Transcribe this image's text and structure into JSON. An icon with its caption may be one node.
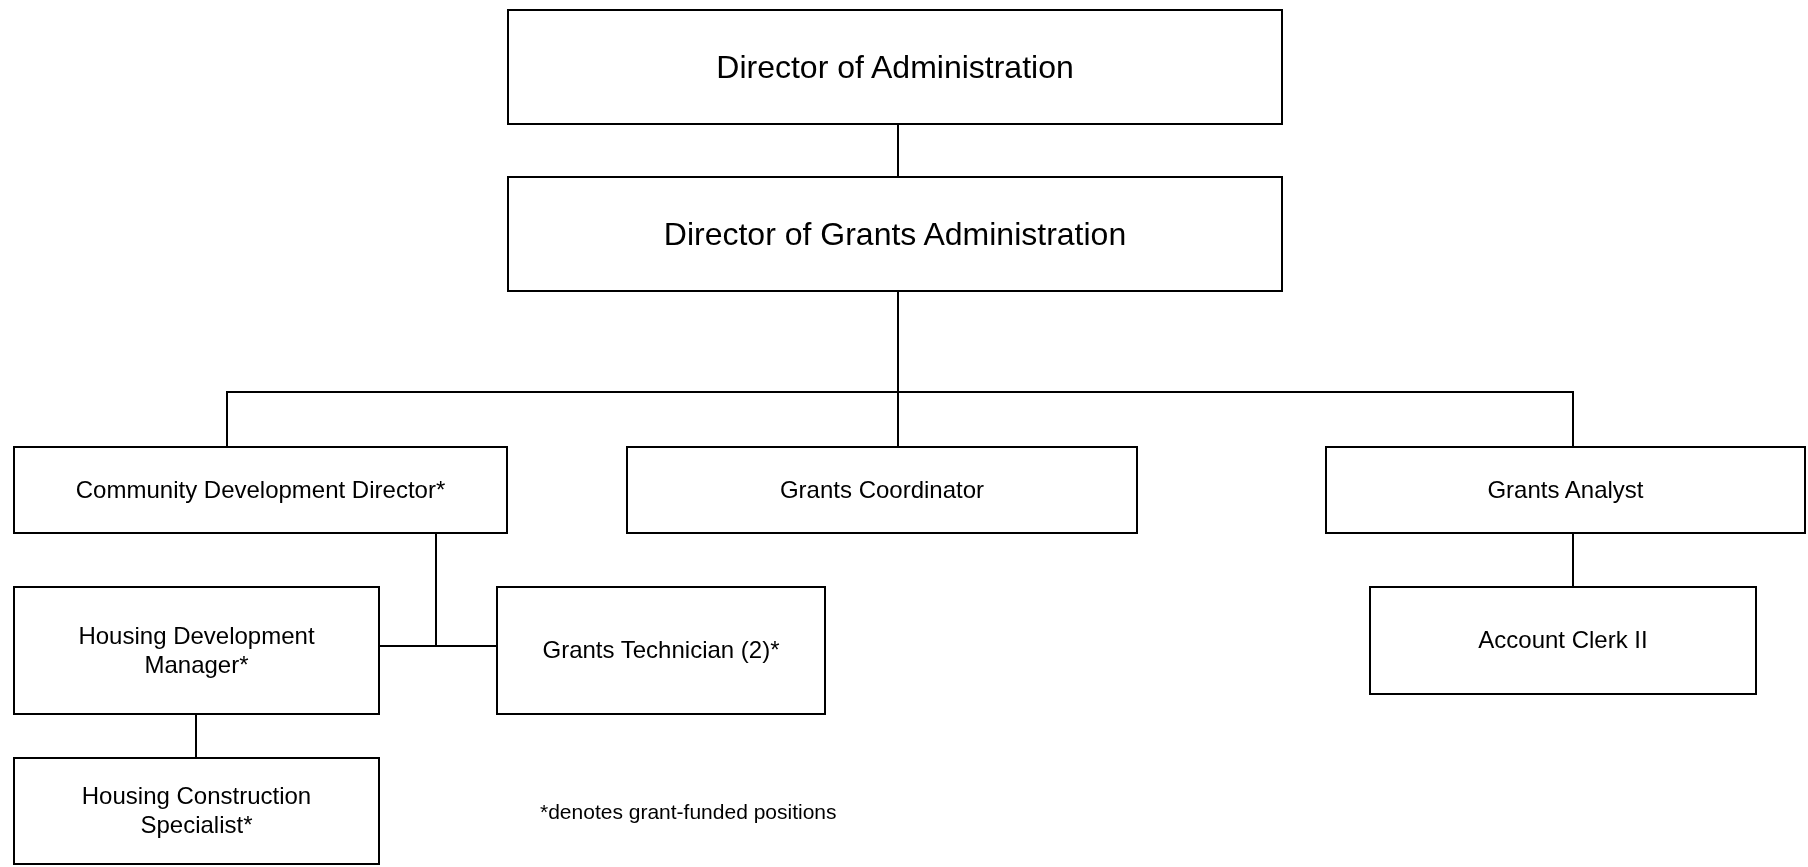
{
  "diagram": {
    "nodes": [
      {
        "text": [
          "Director of Administration"
        ]
      },
      {
        "text": [
          "Director of Grants Administration"
        ]
      },
      {
        "text": [
          "Community Development Director*"
        ]
      },
      {
        "text": [
          "Grants Coordinator"
        ]
      },
      {
        "text": [
          "Grants Analyst"
        ]
      },
      {
        "text": [
          "Housing Development Manager*"
        ]
      },
      {
        "text": [
          "Grants Technician (2)*"
        ]
      },
      {
        "text": [
          "Account Clerk II"
        ]
      },
      {
        "text": [
          "Housing Construction Specialist*"
        ]
      }
    ],
    "edges": [
      {
        "from": 0,
        "to": 1,
        "arrow": "none"
      },
      {
        "from": 1,
        "to": 2,
        "arrow": "none"
      },
      {
        "from": 1,
        "to": 3,
        "arrow": "none"
      },
      {
        "from": 1,
        "to": 4,
        "arrow": "none"
      },
      {
        "from": 2,
        "to": 5,
        "arrow": "none"
      },
      {
        "from": 2,
        "to": 6,
        "arrow": "none"
      },
      {
        "from": 4,
        "to": 7,
        "arrow": "none"
      },
      {
        "from": 5,
        "to": 8,
        "arrow": "none"
      }
    ],
    "labels": [
      "*denotes grant-funded positions"
    ]
  }
}
